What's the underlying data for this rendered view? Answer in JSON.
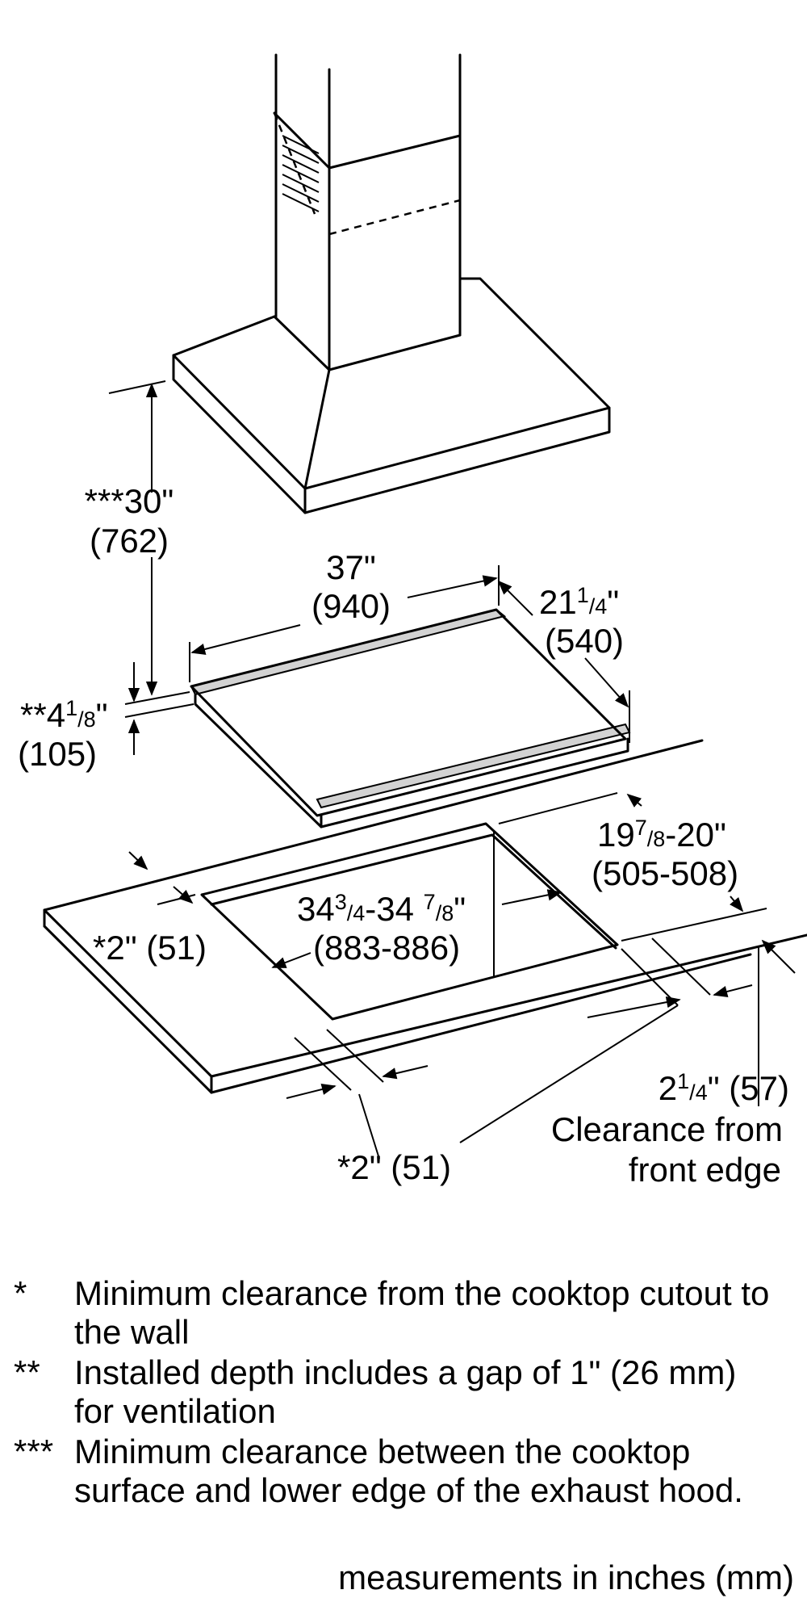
{
  "dims": {
    "hood_clearance_in": "***30\"",
    "hood_clearance_mm": "(762)",
    "width_in": "37\"",
    "width_mm": "(940)",
    "depth_in": {
      "whole": "21",
      "num": "1",
      "den": "4",
      "unit": "\""
    },
    "depth_mm": "(540)",
    "height_in": {
      "prefix": "**4",
      "num": "1",
      "den": "8",
      "unit": "\""
    },
    "height_mm": "(105)",
    "cutout_depth_in": {
      "whole": "19",
      "num": "7",
      "den": "8",
      "rest": "-20\""
    },
    "cutout_depth_mm": "(505-508)",
    "cutout_width_in": {
      "whole": "34",
      "num": "3",
      "den": "4",
      "rest": "-34 ",
      "num2": "7",
      "den2": "8",
      "unit": "\""
    },
    "cutout_width_mm": "(883-886)",
    "wall_clearance_left": "*2\" (51)",
    "wall_clearance_back": "*2\" (51)",
    "front_clearance": {
      "whole": "2",
      "num": "1",
      "den": "4",
      "rest": "\" (57)"
    },
    "front_clearance_label_1": "Clearance from",
    "front_clearance_label_2": "front edge"
  },
  "notes": [
    {
      "mark": "*",
      "text": "Minimum clearance from the cooktop cutout to the wall"
    },
    {
      "mark": "**",
      "text": "Installed depth includes a gap of 1\" (26 mm) for ventilation"
    },
    {
      "mark": "***",
      "text": "Minimum clearance between the cooktop surface and lower edge of the exhaust hood."
    }
  ],
  "units_note": "measurements in inches (mm)"
}
